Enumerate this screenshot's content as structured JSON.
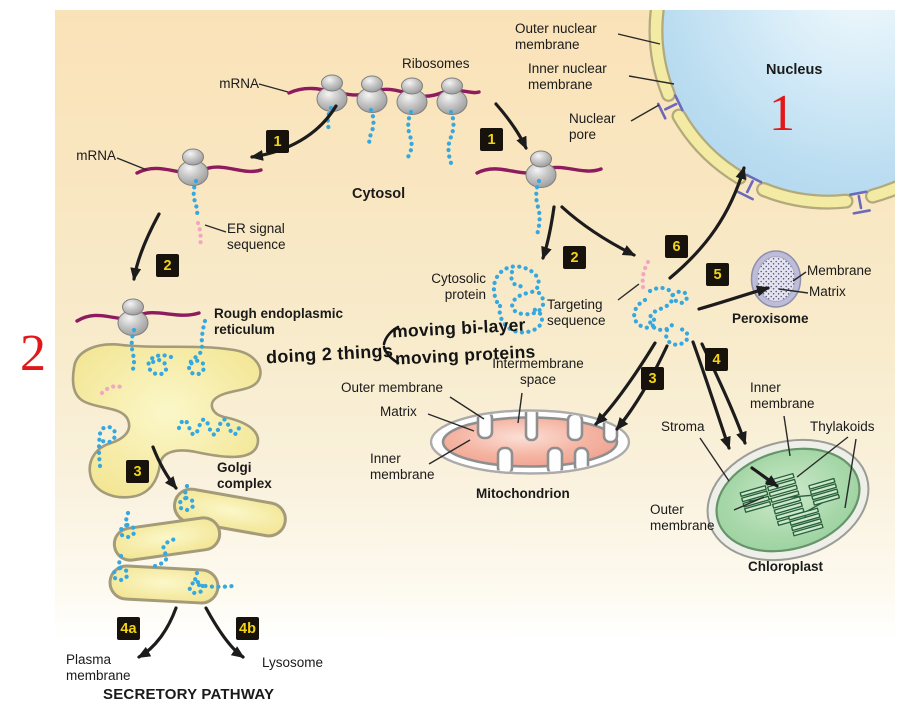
{
  "palette": {
    "background": "#f9e6c0",
    "mrna": "#8e1a5f",
    "protein_chain": "#35a8e0",
    "signal_sequence": "#f2a6c2",
    "badge_bg": "#17130c",
    "badge_text": "#f2d318",
    "red_annotation": "#e31717",
    "nucleus_fill": "#bcdef3",
    "nuclear_membrane": "#f3eba3",
    "er_golgi_fill": "#f4e795",
    "mitochondrion_fill": "#f09e8c",
    "chloroplast_fill": "#9ecf9e",
    "peroxisome_fill": "#bdbdd8"
  },
  "steps": {
    "s1": "1",
    "s2": "2",
    "s3": "3",
    "s4": "4",
    "s4a": "4a",
    "s4b": "4b",
    "s5": "5",
    "s6": "6"
  },
  "labels": {
    "mrna": "mRNA",
    "ribosomes": "Ribosomes",
    "cytosol": "Cytosol",
    "er_signal": "ER signal\nsequence",
    "rough_er": "Rough endoplasmic\nreticulum",
    "golgi": "Golgi\ncomplex",
    "plasma_membrane": "Plasma\nmembrane",
    "lysosome": "Lysosome",
    "secretory_pathway": "SECRETORY PATHWAY",
    "outer_nuclear_membrane": "Outer nuclear\nmembrane",
    "inner_nuclear_membrane": "Inner nuclear\nmembrane",
    "nuclear_pore": "Nuclear\npore",
    "nucleus": "Nucleus",
    "cytosolic_protein": "Cytosolic\nprotein",
    "targeting_sequence": "Targeting\nsequence",
    "peroxisome": "Peroxisome",
    "perox_membrane": "Membrane",
    "perox_matrix": "Matrix",
    "mito_outer_membrane": "Outer membrane",
    "mito_matrix": "Matrix",
    "mito_inner_membrane": "Inner\nmembrane",
    "intermembrane_space": "Intermembrane\nspace",
    "mitochondrion": "Mitochondrion",
    "stroma": "Stroma",
    "chloro_inner_membrane": "Inner\nmembrane",
    "thylakoids": "Thylakoids",
    "chloro_outer_membrane": "Outer\nmembrane",
    "chloroplast": "Chloroplast"
  },
  "handwritten": {
    "stem": "doing 2 things",
    "branch_top": "moving bi-layer",
    "branch_bottom": "moving proteins"
  },
  "red_marks": {
    "nucleus": "1",
    "er": "2"
  }
}
